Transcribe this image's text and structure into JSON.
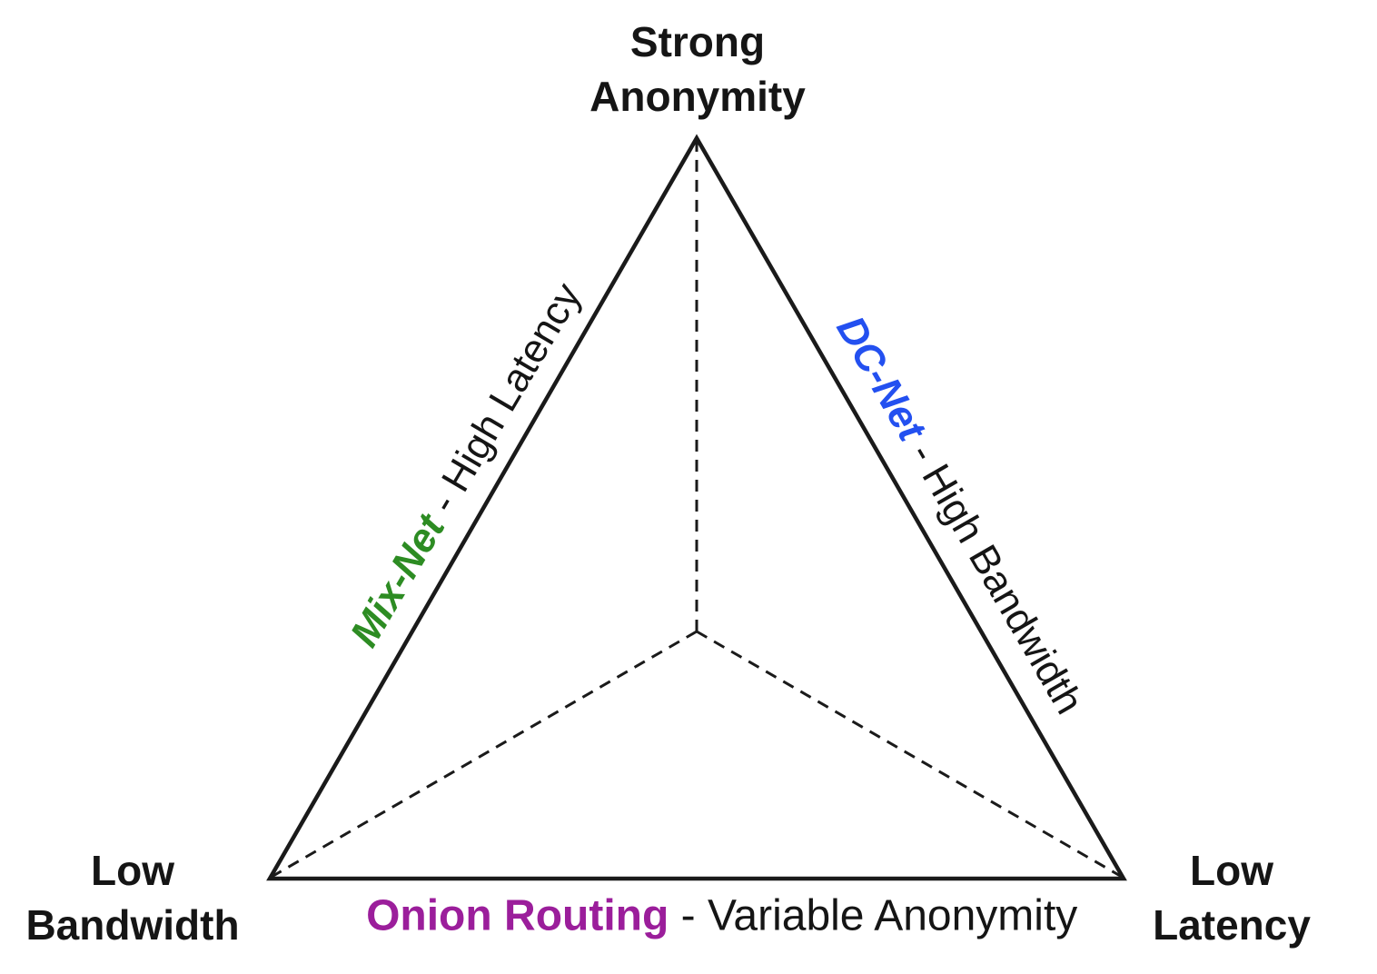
{
  "diagram": {
    "vertices": {
      "top": {
        "line1": "Strong",
        "line2": "Anonymity"
      },
      "bottom_left": {
        "line1": "Low",
        "line2": "Bandwidth"
      },
      "bottom_right": {
        "line1": "Low",
        "line2": "Latency"
      }
    },
    "edges": {
      "left": {
        "system": "Mix-Net",
        "tradeoff": " - High Latency",
        "color": "#2d8c23"
      },
      "right": {
        "system": "DC-Net",
        "tradeoff": " - High Bandwidth",
        "color": "#2350f0"
      },
      "bottom": {
        "system": "Onion Routing",
        "tradeoff": " - Variable Anonymity",
        "color": "#9b1e9b"
      }
    },
    "line_color": "#1a1a1a",
    "text_color": "#151515"
  }
}
